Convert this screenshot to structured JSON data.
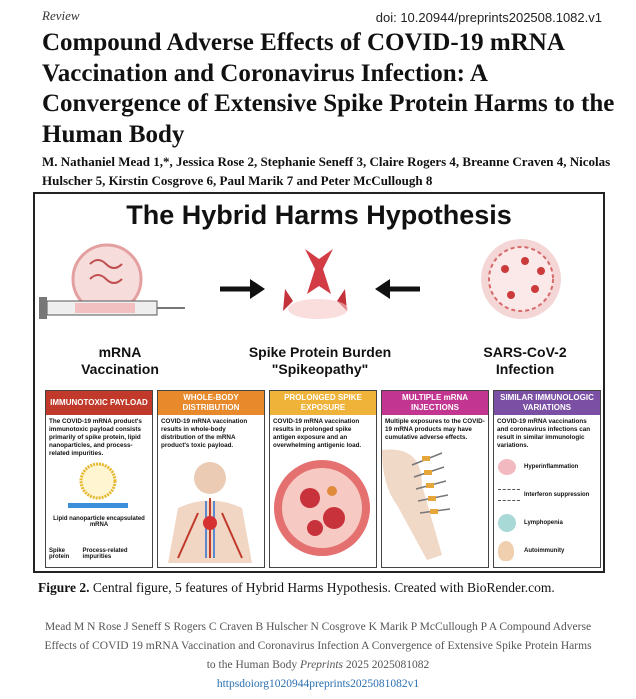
{
  "header": {
    "label": "Review",
    "doi": "doi: 10.20944/preprints202508.1082.v1"
  },
  "title": "Compound Adverse Effects of COVID-19 mRNA Vaccination and Coronavirus Infection: A Convergence of Extensive Spike Protein Harms to the Human Body",
  "authors": "M. Nathaniel Mead 1,*, Jessica Rose 2, Stephanie Seneff 3, Claire Rogers 4, Breanne Craven 4, Nicolas Hulscher 5, Kirstin Cosgrove 6, Paul Marik 7 and Peter McCullough 8",
  "figure": {
    "title": "The Hybrid Harms Hypothesis",
    "left_label": "mRNA Vaccination",
    "center_label_1": "Spike Protein Burden",
    "center_label_2": "\"Spikeopathy\"",
    "right_label": "SARS-CoV-2 Infection",
    "cards": [
      {
        "title": "IMMUNOTOXIC PAYLOAD",
        "color": "#c0392b",
        "text": "The COVID-19 mRNA product's immunotoxic payload consists primarily of spike protein, lipid nanoparticles, and process-related impurities.",
        "sub1": "Lipid nanoparticle encapsulated mRNA",
        "sub2": "Spike protein",
        "sub3": "Process-related impurities"
      },
      {
        "title": "WHOLE-BODY DISTRIBUTION",
        "color": "#e8892b",
        "text": "COVID-19 mRNA vaccination results in whole-body distribution of the mRNA product's toxic payload."
      },
      {
        "title": "PROLONGED SPIKE EXPOSURE",
        "color": "#f0b33a",
        "text": "COVID-19 mRNA vaccination results in prolonged spike antigen exposure and an overwhelming antigenic load."
      },
      {
        "title": "MULTIPLE mRNA INJECTIONS",
        "color": "#c23591",
        "text": "Multiple exposures to the COVID-19 mRNA products may have cumulative adverse effects."
      },
      {
        "title": "SIMILAR IMMUNOLOGIC VARIATIONS",
        "color": "#7b4fa3",
        "text": "COVID-19 mRNA vaccinations and coronavirus infections can result in similar immunologic variations.",
        "items": [
          "Hyperinflammation",
          "Interferon suppression",
          "Lymphopenia",
          "Autoimmunity"
        ]
      }
    ]
  },
  "caption": {
    "label": "Figure 2.",
    "text": "Central figure, 5 features of Hybrid Harms Hypothesis. Created with BioRender.com."
  },
  "citation": {
    "text": "Mead M N Rose J Seneff S Rogers C Craven B Hulscher N Cosgrove K Marik P McCullough P A Compound Adverse Effects of COVID 19 mRNA Vaccination and Coronavirus Infection A Convergence of Extensive Spike Protein Harms to the Human Body",
    "journal": "Preprints",
    "year_id": "2025 2025081082",
    "link": "httpsdoiorg1020944preprints2025081082v1"
  }
}
